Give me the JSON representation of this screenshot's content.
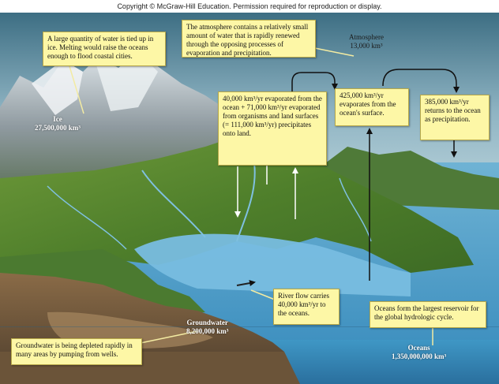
{
  "copyright": "Copyright © McGraw-Hill Education. Permission required for reproduction or display.",
  "reservoirs": {
    "atmosphere": {
      "name": "Atmosphere",
      "volume": "13,000 km³"
    },
    "ice": {
      "name": "Ice",
      "volume": "27,500,000 km³"
    },
    "groundwater": {
      "name": "Groundwater",
      "volume": "8,200,000 km³"
    },
    "oceans": {
      "name": "Oceans",
      "volume": "1,350,000,000 km³"
    }
  },
  "notes": {
    "ice_note": "A large quantity of water is tied up in ice. Melting would raise the oceans enough to flood coastal cities.",
    "atmosphere_note": "The atmosphere contains a relatively small amount of water that is rapidly renewed through the opposing processes of evaporation and precipitation.",
    "land_flux": "40,000 km³/yr evaporated from the ocean + 71,000 km³/yr evaporated from organisms and land surfaces (= 111,000 km³/yr) precipitates onto land.",
    "evaporation": "425,000 km³/yr evaporates from the ocean's surface.",
    "precipitation": "385,000 km³/yr returns to the ocean as precipitation.",
    "river_flow": "River flow carries 40,000 km³/yr to the oceans.",
    "ocean_reservoir": "Oceans form the largest reservoir for the global hydrologic cycle.",
    "groundwater_note": "Groundwater is being depleted rapidly in many areas by pumping from wells."
  }
}
